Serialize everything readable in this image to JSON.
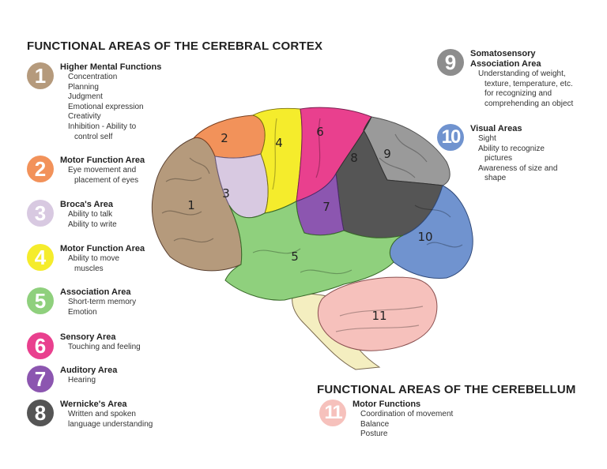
{
  "cortex_title": "FUNCTIONAL AREAS OF THE CEREBRAL CORTEX",
  "cerebellum_title": "FUNCTIONAL AREAS OF THE CEREBELLUM",
  "legend": [
    {
      "num": "1",
      "color": "#b59a7c",
      "title": "Higher Mental Functions",
      "lines": [
        "Concentration",
        "Planning",
        "Judgment",
        "Emotional expression",
        "Creativity",
        "Inhibition - Ability to",
        "control self"
      ]
    },
    {
      "num": "2",
      "color": "#f2925a",
      "title": "Motor Function Area",
      "lines": [
        "Eye movement and",
        "placement of eyes"
      ]
    },
    {
      "num": "3",
      "color": "#d8c9e1",
      "title": "Broca's Area",
      "lines": [
        "Ability to talk",
        "Ability to write"
      ]
    },
    {
      "num": "4",
      "color": "#f5ec2c",
      "title": "Motor Function Area",
      "lines": [
        "Ability to move",
        "muscles"
      ]
    },
    {
      "num": "5",
      "color": "#8fd07d",
      "title": "Association Area",
      "lines": [
        "Short-term memory",
        "Emotion"
      ]
    },
    {
      "num": "6",
      "color": "#e9408e",
      "title": "Sensory Area",
      "lines": [
        "Touching and feeling"
      ]
    },
    {
      "num": "7",
      "color": "#8c56b0",
      "title": "Auditory Area",
      "lines": [
        "Hearing"
      ]
    },
    {
      "num": "8",
      "color": "#555555",
      "title": "Wernicke's Area",
      "lines": [
        "Written and spoken",
        "language understanding"
      ]
    },
    {
      "num": "9",
      "color": "#8d8d8d",
      "title": "Somatosensory\nAssociation Area",
      "lines": [
        "Understanding of weight,",
        "texture, temperature, etc.",
        "for recognizing and",
        "comprehending an object"
      ]
    },
    {
      "num": "10",
      "color": "#7093cf",
      "title": "Visual Areas",
      "lines": [
        "Sight",
        "Ability to recognize",
        "pictures",
        "Awareness of size and",
        "shape"
      ]
    },
    {
      "num": "11",
      "color": "#f6c1bc",
      "title": "Motor Functions",
      "lines": [
        "Coordination of movement",
        "Balance",
        "Posture"
      ]
    }
  ],
  "regions": [
    {
      "label": "1",
      "color": "#b59a7c"
    },
    {
      "label": "2",
      "color": "#f2925a"
    },
    {
      "label": "3",
      "color": "#d8c9e1"
    },
    {
      "label": "4",
      "color": "#f5ec2c"
    },
    {
      "label": "5",
      "color": "#8fd07d"
    },
    {
      "label": "6",
      "color": "#e9408e"
    },
    {
      "label": "7",
      "color": "#8c56b0"
    },
    {
      "label": "8",
      "color": "#555555"
    },
    {
      "label": "9",
      "color": "#9a9a9a"
    },
    {
      "label": "10",
      "color": "#7093cf"
    },
    {
      "label": "11",
      "color": "#f6c1bc"
    }
  ],
  "brainstem_color": "#f4eec0"
}
